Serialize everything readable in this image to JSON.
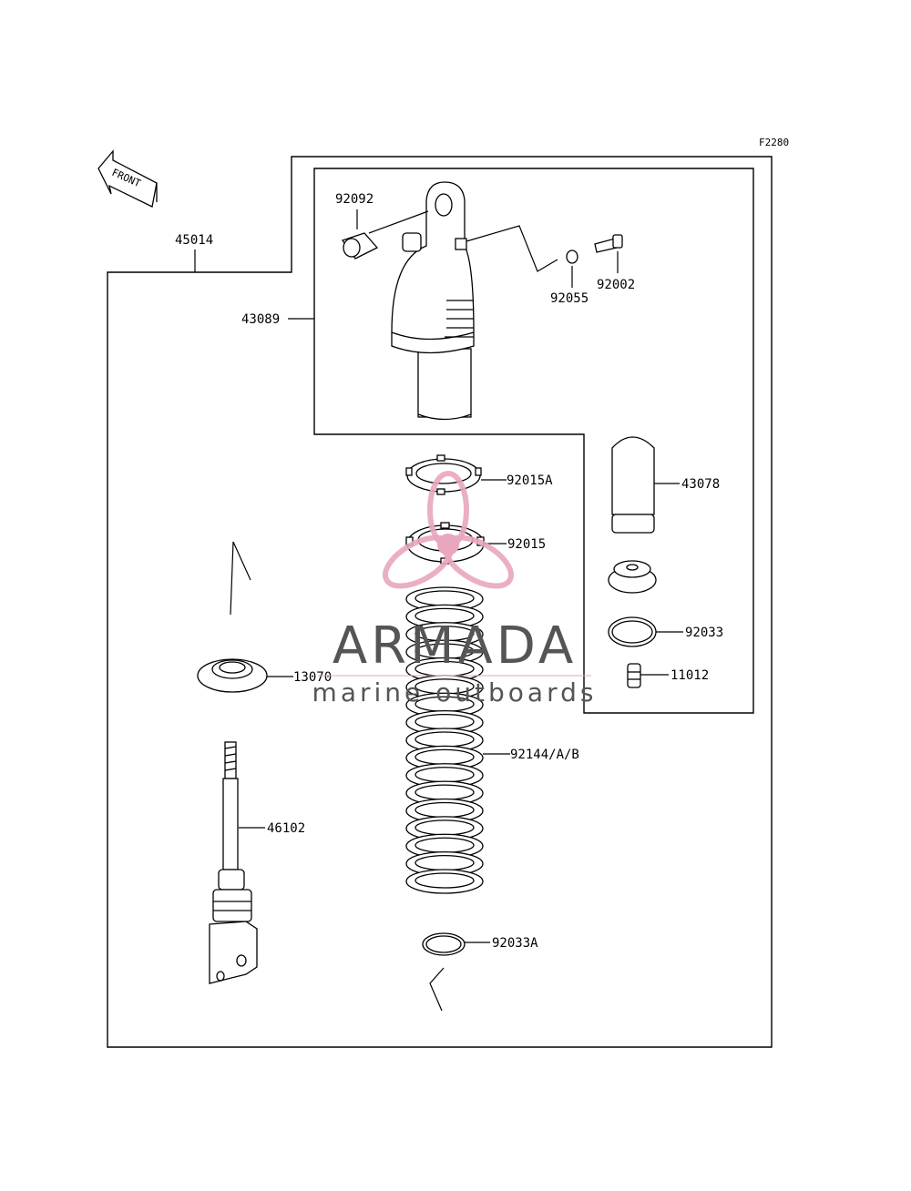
{
  "diagram": {
    "code": "F2280",
    "front_label": "FRONT",
    "parts": {
      "p45014": "45014",
      "p43089": "43089",
      "p92092": "92092",
      "p92055": "92055",
      "p92002": "92002",
      "p92015A": "92015A",
      "p92015": "92015",
      "p43078": "43078",
      "p92033": "92033",
      "p11012": "11012",
      "p13070": "13070",
      "p92144": "92144/A/B",
      "p46102": "46102",
      "p92033A": "92033A"
    }
  },
  "watermark": {
    "brand": "ARMADA",
    "tagline": "marine outboards",
    "logo_color": "#e8a6bf",
    "text_color": "#555555"
  }
}
